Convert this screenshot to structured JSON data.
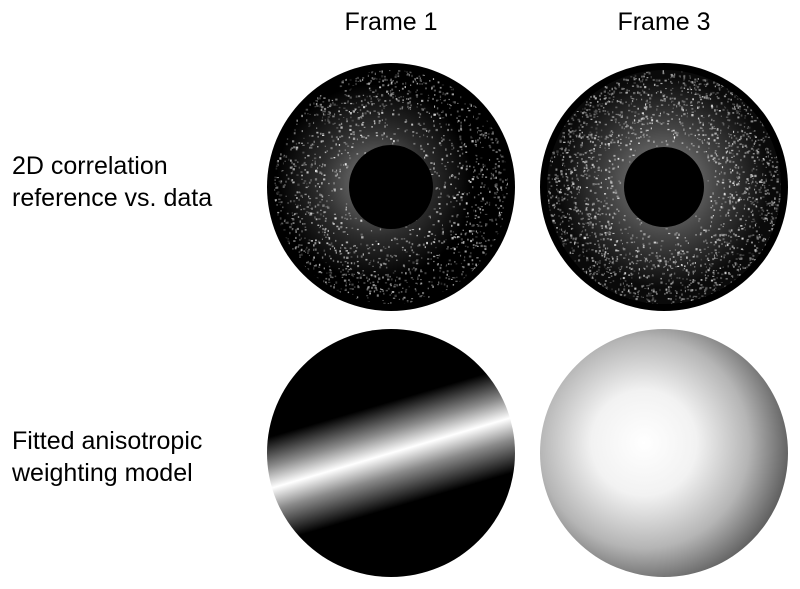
{
  "columns": [
    {
      "label": "Frame 1"
    },
    {
      "label": "Frame 3"
    }
  ],
  "rows": [
    {
      "label_line1": "2D correlation",
      "label_line2": "reference vs. data"
    },
    {
      "label_line1": "Fitted anisotropic",
      "label_line2": "weighting model"
    }
  ],
  "colors": {
    "background": "#ffffff",
    "ink": "#000000",
    "disc_bright": "#ffffff",
    "disc_dark": "#000000"
  }
}
